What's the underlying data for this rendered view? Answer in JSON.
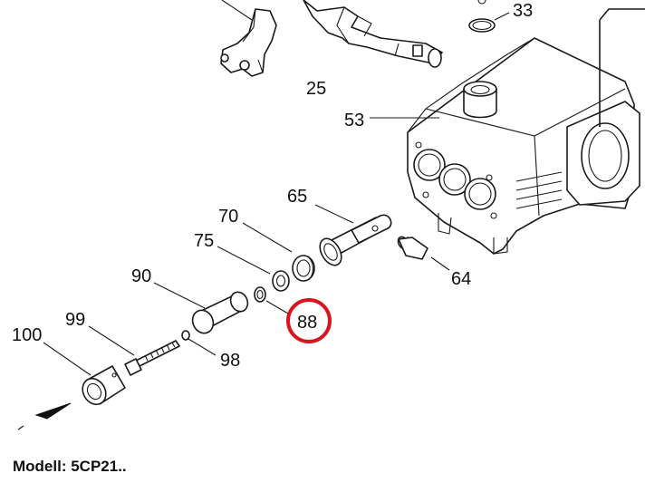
{
  "callouts": {
    "p33": "33",
    "p25": "25",
    "p53": "53",
    "p65": "65",
    "p70": "70",
    "p75": "75",
    "p64": "64",
    "p90": "90",
    "p88": "88",
    "p99": "99",
    "p100": "100",
    "p98": "98"
  },
  "highlight": {
    "part": "88",
    "color": "#d9141c"
  },
  "footer": {
    "model_label": "Modell: 5CP21.."
  }
}
